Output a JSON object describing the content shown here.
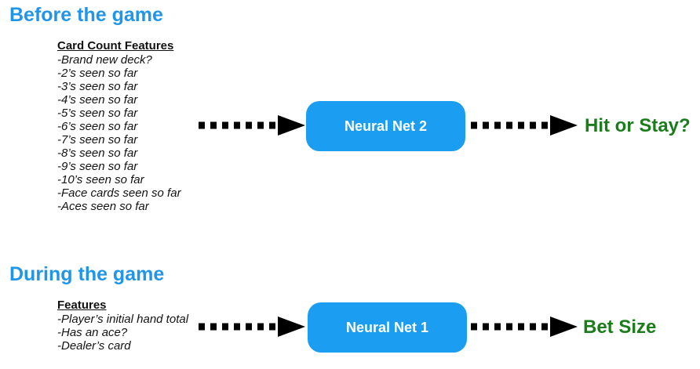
{
  "colors": {
    "heading_blue": "#2196E8",
    "node_blue": "#1B9EF2",
    "node_text": "#FFFFFF",
    "output_green": "#1B7C1B",
    "arrow_black": "#000000"
  },
  "sections": [
    {
      "heading": "Before the game",
      "features_title": "Card Count Features",
      "features": [
        "-Brand new deck?",
        "-2’s seen so far",
        "-3’s seen so far",
        "-4’s seen so far",
        "-5’s seen so far",
        "-6’s seen so far",
        "-7’s seen so far",
        "-8’s seen so far",
        "-9’s seen so far",
        "-10’s seen so far",
        "-Face cards seen so far",
        "-Aces seen so far"
      ],
      "node_label": "Neural Net 2",
      "output_label": "Hit or Stay?"
    },
    {
      "heading": "During the game",
      "features_title": "Features",
      "features": [
        "-Player’s initial hand total",
        "-Has an ace?",
        "-Dealer’s card"
      ],
      "node_label": "Neural Net 1",
      "output_label": "Bet Size"
    }
  ]
}
